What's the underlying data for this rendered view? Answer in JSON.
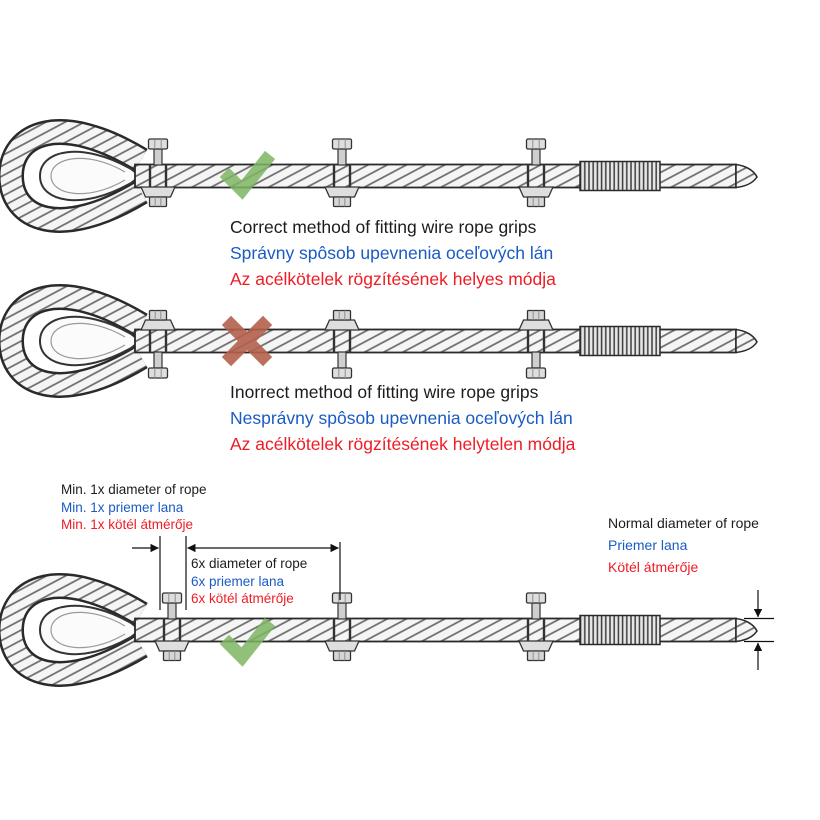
{
  "page": {
    "background": "#ffffff"
  },
  "colors": {
    "text": "#1c1c1c",
    "slovak": "#1a5bc4",
    "hungarian": "#ee1c25",
    "check": "#7cb561",
    "cross": "#b2604a",
    "line": "#111111"
  },
  "sections": {
    "correct": {
      "en": "Correct method of fitting wire rope grips",
      "sk": "Správny spôsob upevnenia oceľových lán",
      "hu": "Az acélkötelek rögzítésének helyes módja",
      "icon": "check-icon"
    },
    "incorrect": {
      "en": "Inorrect method of fitting wire rope grips",
      "sk": "Nesprávny spôsob upevnenia oceľových lán",
      "hu": "Az acélkötelek rögzítésének helytelen módja",
      "icon": "cross-icon"
    },
    "bottom": {
      "icon": "check-icon",
      "min_diameter": {
        "en": "Min. 1x diameter of rope",
        "sk": "Min. 1x priemer lana",
        "hu": "Min. 1x kötél átmérője"
      },
      "grip_spacing": {
        "en": "6x diameter of rope",
        "sk": "6x priemer lana",
        "hu": "6x kötél átmérője"
      },
      "rope_diameter": {
        "en": "Normal diameter of rope",
        "sk": "Priemer lana",
        "hu": "Kötél átmérője"
      }
    }
  }
}
